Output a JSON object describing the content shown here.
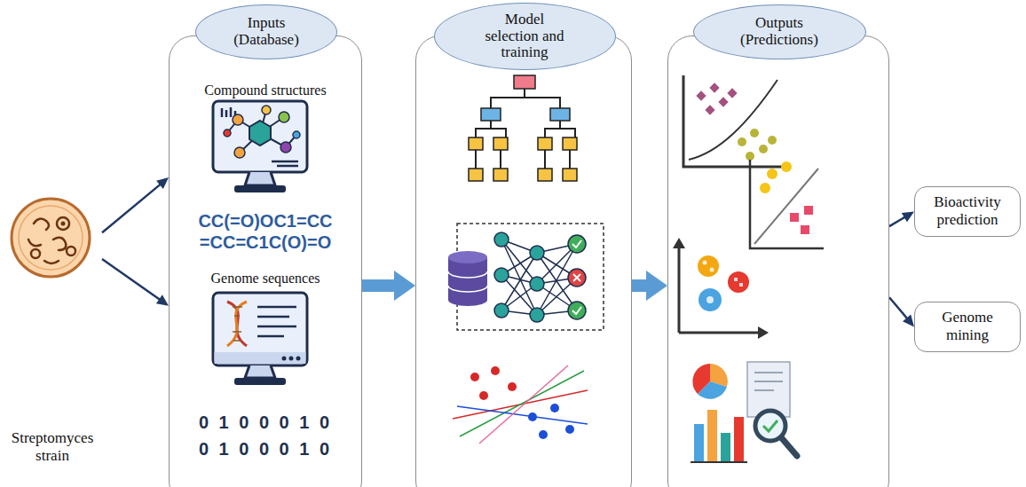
{
  "diagram": {
    "nodes": [
      {
        "text": [
          "Streptomyces strain"
        ]
      },
      {
        "text": [
          "Inputs (Database)",
          "Compound structures",
          "CC(=O)OC1=CC =CC=C1C(O)=O",
          "Genome sequences",
          "0 1 0 0 0 1 0",
          "0 1 0 0 0 1 0"
        ]
      },
      {
        "text": [
          "Model selection and training"
        ]
      },
      {
        "text": [
          "Outputs (Predictions)"
        ]
      },
      {
        "text": [
          "Bioactivity prediction"
        ]
      },
      {
        "text": [
          "Genome mining"
        ]
      }
    ],
    "edges": [
      {
        "from": 0,
        "to": 1,
        "arrow": "to"
      },
      {
        "from": 0,
        "to": 1,
        "arrow": "to"
      },
      {
        "from": 1,
        "to": 2,
        "arrow": "to"
      },
      {
        "from": 2,
        "to": 3,
        "arrow": "to"
      },
      {
        "from": 3,
        "to": 4,
        "arrow": "to"
      },
      {
        "from": 3,
        "to": 5,
        "arrow": "to"
      }
    ]
  }
}
